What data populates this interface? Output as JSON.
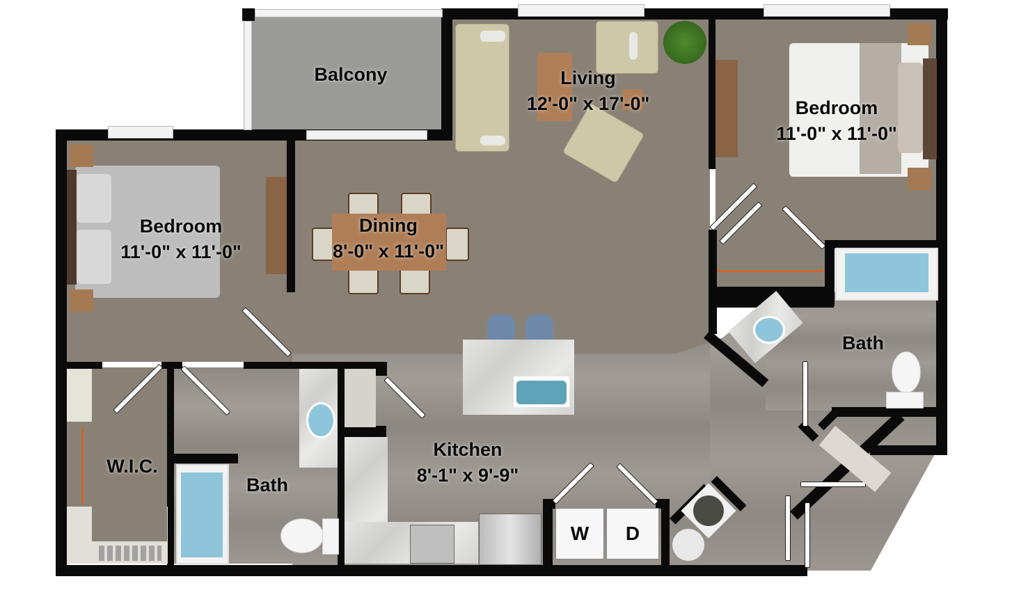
{
  "floorplan": {
    "rooms": [
      {
        "id": "balcony",
        "name": "Balcony",
        "dimensions": ""
      },
      {
        "id": "living",
        "name": "Living",
        "dimensions": "12'-0\" x 17'-0\""
      },
      {
        "id": "bedroom_right",
        "name": "Bedroom",
        "dimensions": "11'-0\" x 11'-0\""
      },
      {
        "id": "bedroom_left",
        "name": "Bedroom",
        "dimensions": "11'-0\" x 11'-0\""
      },
      {
        "id": "dining",
        "name": "Dining",
        "dimensions": "8'-0\" x 11'-0\""
      },
      {
        "id": "bath_right",
        "name": "Bath",
        "dimensions": ""
      },
      {
        "id": "wic",
        "name": "W.I.C.",
        "dimensions": ""
      },
      {
        "id": "bath_left",
        "name": "Bath",
        "dimensions": ""
      },
      {
        "id": "kitchen",
        "name": "Kitchen",
        "dimensions": "8'-1\" x 9'-9\""
      }
    ],
    "appliances": {
      "washer_label": "W",
      "dryer_label": "D"
    },
    "colors": {
      "wall": "#0a0a0a",
      "carpet": "#8a8176",
      "wood_floor": "#9a948e",
      "balcony_floor": "#9a9a98",
      "water": "#8ec5db",
      "furniture_fabric": "#cfc8a8",
      "wood_furniture": "#b07e56"
    }
  }
}
